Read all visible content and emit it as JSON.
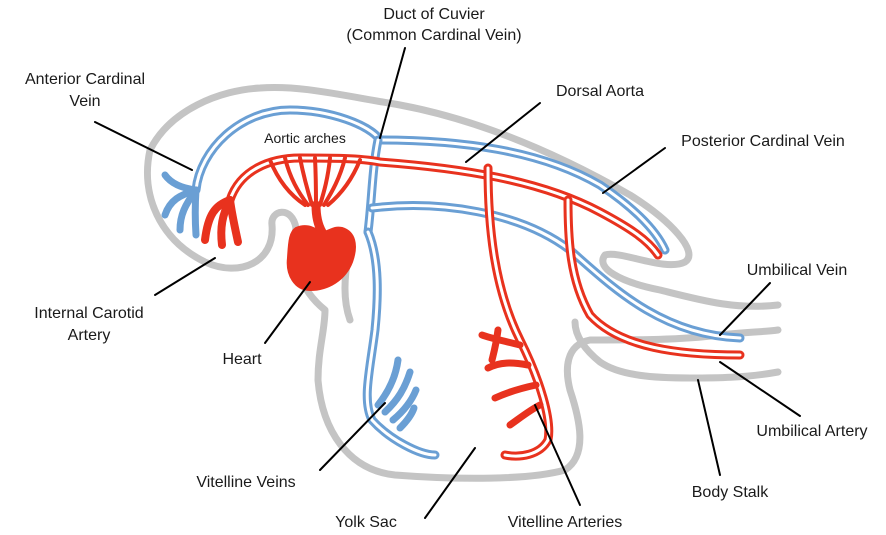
{
  "labels": {
    "duct_of_cuvier_1": "Duct of Cuvier",
    "duct_of_cuvier_2": "(Common Cardinal Vein)",
    "anterior_cardinal_vein_1": "Anterior Cardinal",
    "anterior_cardinal_vein_2": "Vein",
    "dorsal_aorta": "Dorsal Aorta",
    "aortic_arches": "Aortic arches",
    "posterior_cardinal_vein": "Posterior Cardinal Vein",
    "umbilical_vein": "Umbilical Vein",
    "internal_carotid_artery_1": "Internal Carotid",
    "internal_carotid_artery_2": "Artery",
    "heart": "Heart",
    "vitelline_veins": "Vitelline Veins",
    "yolk_sac": "Yolk Sac",
    "vitelline_arteries": "Vitelline Arteries",
    "umbilical_artery": "Umbilical Artery",
    "body_stalk": "Body Stalk"
  },
  "colors": {
    "vein": "#6a9fd4",
    "artery": "#e8321e",
    "outline": "#c4c4c4",
    "leader": "#000000"
  }
}
